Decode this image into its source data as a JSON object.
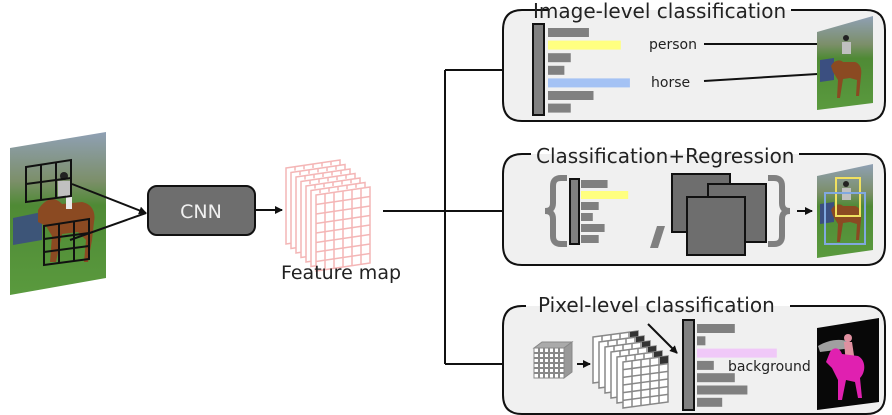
{
  "diagram": {
    "input_image": {
      "label": "input-photo",
      "subject": "person riding horse"
    },
    "cnn": {
      "label": "CNN"
    },
    "feature_map": {
      "label": "Feature map"
    },
    "panels": [
      {
        "id": "image-level",
        "title": "Image-level classification",
        "class_labels": [
          "person",
          "horse"
        ],
        "scores": [
          0.45,
          0.8,
          0.25,
          0.18,
          0.9,
          0.5,
          0.25
        ],
        "highlight": {
          "1": "#ffff80",
          "4": "#a4c2f4"
        }
      },
      {
        "id": "classification-regression",
        "title": "Classification+Regression",
        "scores": [
          0.45,
          0.8,
          0.3,
          0.2,
          0.4,
          0.3
        ],
        "highlight": {
          "1": "#ffff80"
        },
        "separator": ","
      },
      {
        "id": "pixel-level",
        "title": "Pixel-level classification",
        "class_labels": [
          "background"
        ],
        "scores": [
          0.45,
          0.1,
          0.95,
          0.2,
          0.45,
          0.6,
          0.3
        ],
        "highlight": {
          "2": "#f0c8f8"
        }
      }
    ],
    "colors": {
      "panel_bg": "#f0f0f0",
      "bar_gray": "#808080",
      "cnn_box": "#6e6e6e",
      "feature_grid": "#f4b6b6",
      "yellow": "#ffff80",
      "blue": "#a4c2f4",
      "pink": "#f0c8f8",
      "mask_pink": "#e020b0"
    }
  }
}
